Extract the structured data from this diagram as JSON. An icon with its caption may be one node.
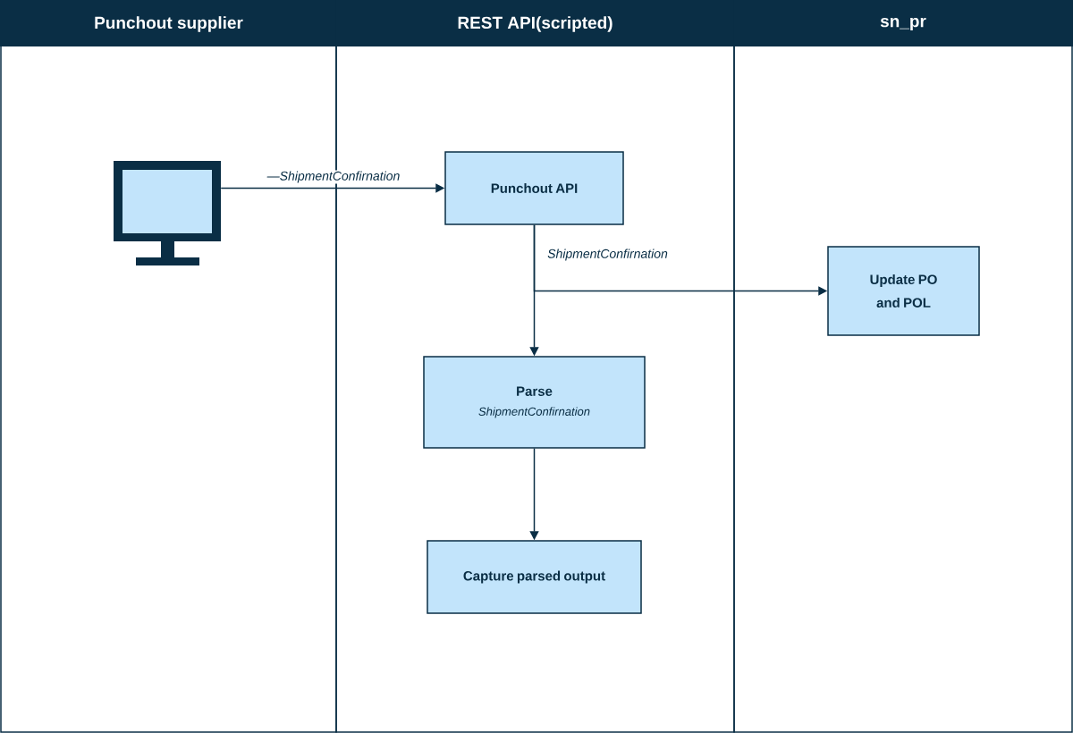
{
  "diagram": {
    "nodes": [
      {
        "text": [
          "Punchout supplier"
        ]
      },
      {
        "text": [
          "REST API(scripted)"
        ]
      },
      {
        "text": [
          "sn_pr"
        ]
      },
      {
        "text": [],
        "shape": "picture",
        "in": 0
      },
      {
        "text": [
          "Punchout API"
        ],
        "in": 1
      },
      {
        "text": [
          "Update PO and POL"
        ],
        "in": 2
      },
      {
        "text": [
          "Parse",
          "ShipmentConfirnation"
        ],
        "in": 1
      },
      {
        "text": [
          "Capture parsed output"
        ],
        "in": 1
      }
    ],
    "edges": [
      {
        "from": 3,
        "to": 4,
        "arrow": "to",
        "label": "—ShipmentConfirnation"
      },
      {
        "from": 4,
        "to": 6,
        "arrow": "to",
        "label": "ShipmentConfirnation"
      },
      {
        "from": 4,
        "to": 5,
        "arrow": "to"
      },
      {
        "from": 6,
        "to": 7,
        "arrow": "to"
      }
    ]
  }
}
